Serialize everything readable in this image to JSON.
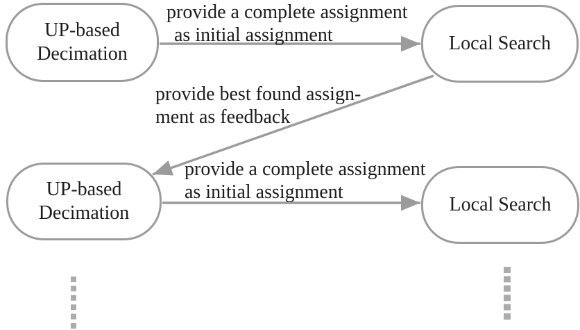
{
  "diagram": {
    "nodes": [
      {
        "id": "up-based-decimation-1",
        "label": "UP-based Decimation",
        "lines": [
          "UP-based",
          "Decimation"
        ]
      },
      {
        "id": "local-search-1",
        "label": "Local Search",
        "lines": [
          "Local Search"
        ]
      },
      {
        "id": "up-based-decimation-2",
        "label": "UP-based Decimation",
        "lines": [
          "UP-based",
          "Decimation"
        ]
      },
      {
        "id": "local-search-2",
        "label": "Local Search",
        "lines": [
          "Local Search"
        ]
      }
    ],
    "edges": [
      {
        "from": "up-based-decimation-1",
        "to": "local-search-1",
        "lines": [
          "provide a complete assignment",
          "as initial assignment"
        ]
      },
      {
        "from": "local-search-1",
        "to": "up-based-decimation-2",
        "lines": [
          "provide best found assign-",
          "ment as feedback"
        ]
      },
      {
        "from": "up-based-decimation-2",
        "to": "local-search-2",
        "lines": [
          "provide a complete assignment",
          "as initial assignment"
        ]
      }
    ],
    "continuation": {
      "left": "dotted",
      "right": "dotted"
    },
    "colors": {
      "line": "#9b9b9b",
      "dots": "#ababab",
      "text": "#1d1d1d",
      "background": "#ffffff"
    }
  }
}
